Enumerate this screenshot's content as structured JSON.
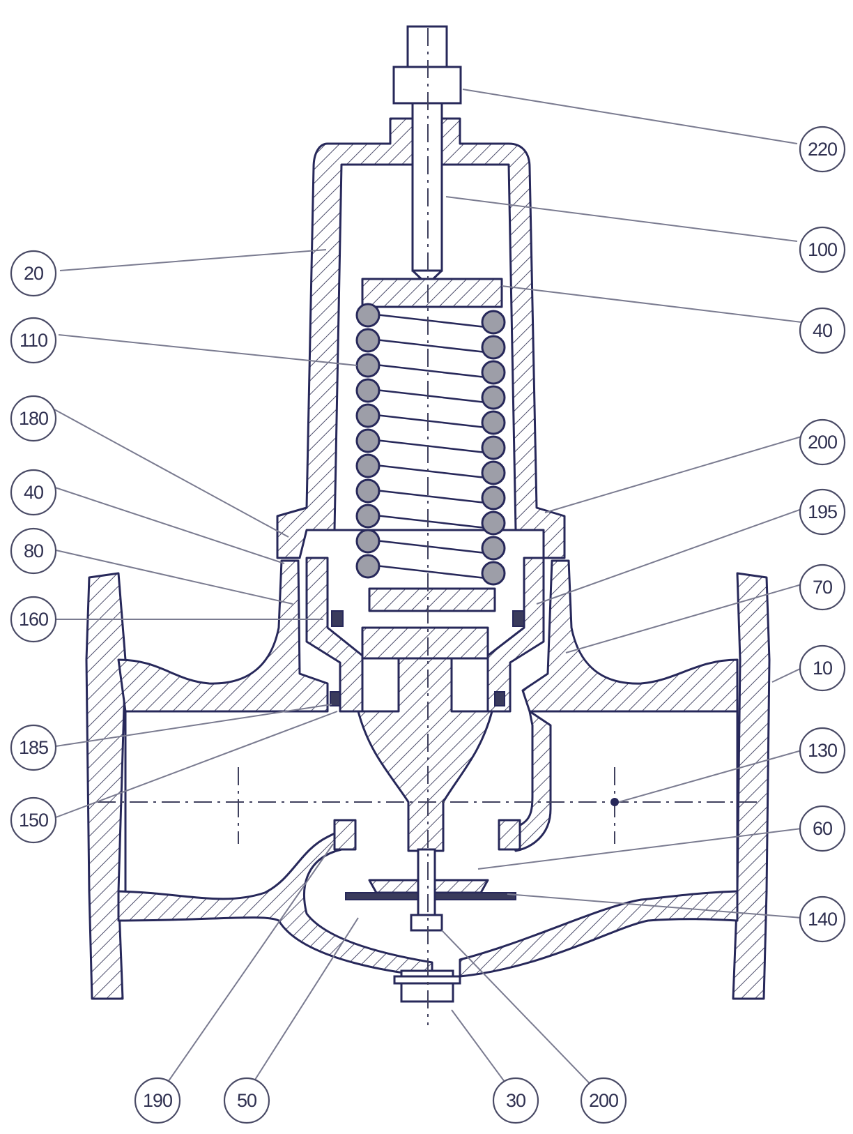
{
  "callouts": {
    "c220": "220",
    "c100": "100",
    "c20": "20",
    "c40_right": "40",
    "c110": "110",
    "c180": "180",
    "c200_right": "200",
    "c40_left": "40",
    "c195": "195",
    "c80": "80",
    "c70": "70",
    "c160": "160",
    "c10": "10",
    "c185": "185",
    "c130": "130",
    "c150": "150",
    "c60": "60",
    "c140": "140",
    "c190": "190",
    "c50": "50",
    "c30": "30",
    "c200_bottom": "200"
  },
  "colors": {
    "line": "#27285a",
    "callout_text": "#2f3050",
    "spring_coil": "#9d9ea8"
  }
}
